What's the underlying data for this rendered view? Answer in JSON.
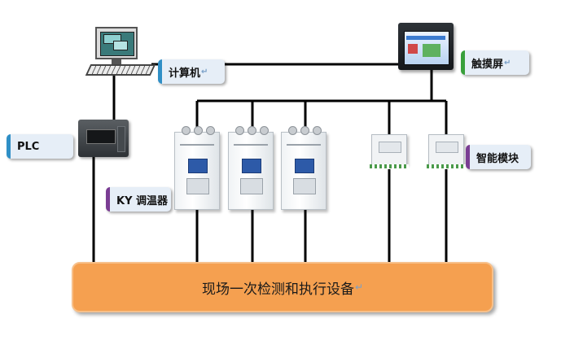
{
  "nodes": {
    "computer": "计算机",
    "touch_screen": "触摸屏",
    "plc": "PLC",
    "ky_regulator": "KY 调温器",
    "smart_module": "智能模块",
    "field_equipment": "现场一次检测和执行设备"
  },
  "return_mark": "↵",
  "colors": {
    "wire": "#000000",
    "field_box": "#f5a050",
    "label_blue_accent": "#2f8fc6",
    "label_purple_accent": "#7a3d93",
    "label_green_accent": "#39a03b"
  }
}
